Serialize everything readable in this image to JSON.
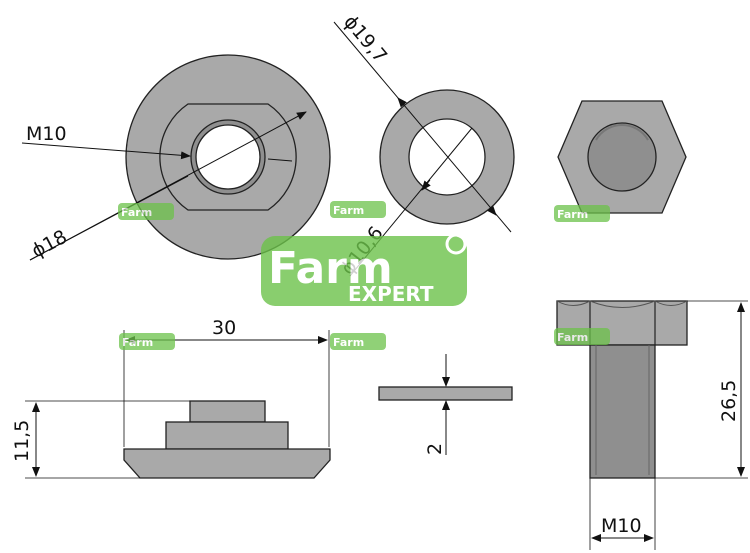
{
  "dimensions": {
    "m10_top": "M10",
    "d18": "ϕ18",
    "d19_7": "ϕ19,7",
    "d10_6": "ϕ10,6",
    "w30": "30",
    "h11_5": "11,5",
    "t2": "2",
    "h26_5": "26,5",
    "m10_bottom": "M10"
  },
  "watermark": {
    "brand": "Farm",
    "sub": "EXPERT",
    "brand_color": "#6cc24a"
  }
}
